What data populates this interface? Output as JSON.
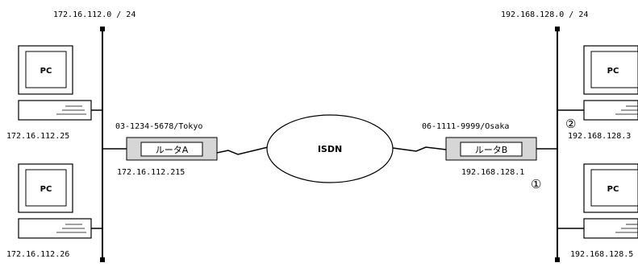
{
  "left_network": {
    "subnet": "172.16.112.0 / 24",
    "pc_top": {
      "label": "PC",
      "ip": "172.16.112.25"
    },
    "pc_bottom": {
      "label": "PC",
      "ip": "172.16.112.26"
    },
    "router": {
      "name": "ルータA",
      "phone": "03-1234-5678/Tokyo",
      "ip": "172.16.112.215"
    }
  },
  "isdn": {
    "label": "ISDN"
  },
  "right_network": {
    "subnet": "192.168.128.0 / 24",
    "pc_top": {
      "label": "PC",
      "ip": "192.168.128.3",
      "marker": "②"
    },
    "pc_bottom": {
      "label": "PC",
      "ip": "192.168.128.5"
    },
    "router": {
      "name": "ルータB",
      "phone": "06-1111-9999/Osaka",
      "ip": "192.168.128.1",
      "marker": "①"
    }
  }
}
